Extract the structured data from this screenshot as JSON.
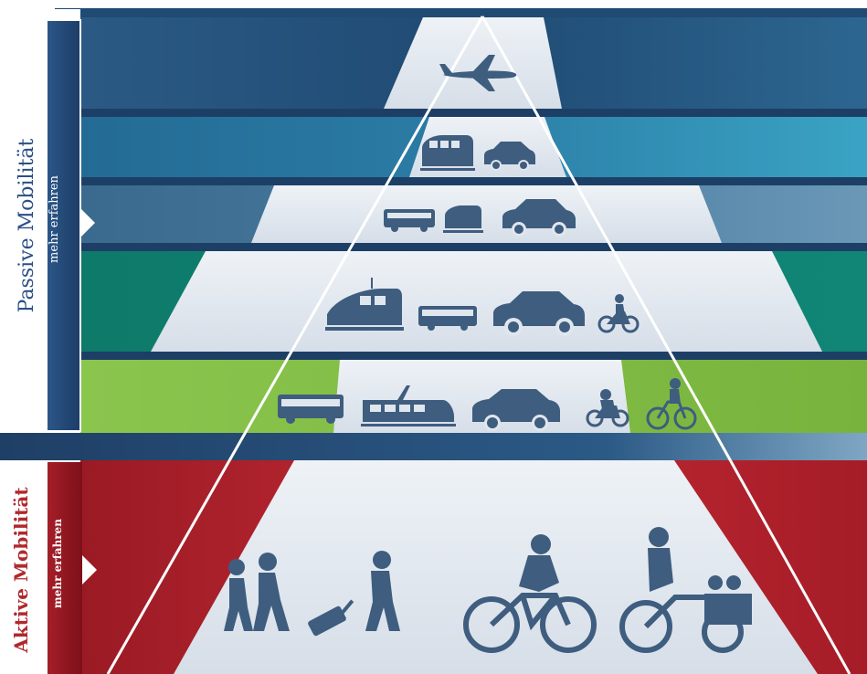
{
  "passive": {
    "title": "Passive Mobilität",
    "subtitle": "mehr erfahren",
    "bands": [
      {
        "icons": [
          "airplane-icon"
        ]
      },
      {
        "icons": [
          "train-icon",
          "car-icon"
        ]
      },
      {
        "icons": [
          "bus-icon",
          "train-icon",
          "car-icon"
        ]
      },
      {
        "icons": [
          "train-icon",
          "bus-icon",
          "car-icon",
          "motor-scooter-icon"
        ]
      },
      {
        "icons": [
          "bus-icon",
          "tram-icon",
          "car-icon",
          "motorcycle-icon",
          "moped-icon"
        ]
      }
    ]
  },
  "active": {
    "title": "Aktive Mobilität",
    "subtitle": "mehr erfahren",
    "icons": [
      "walking-couple-icon",
      "traveler-with-suitcase-icon",
      "cyclist-icon",
      "cargo-bike-family-icon"
    ]
  },
  "colors": {
    "navy": "#1f3d66",
    "band_navy": "#27557e",
    "band_teal": "#2d7ea0",
    "band_slate": "#3d6c8e",
    "band_green": "#0f7f70",
    "band_lightgreen": "#86c04b",
    "band_red": "#b01f2c",
    "pyramid_fill": "#dfe6ee",
    "icon_fill": "#3e5d7f"
  }
}
